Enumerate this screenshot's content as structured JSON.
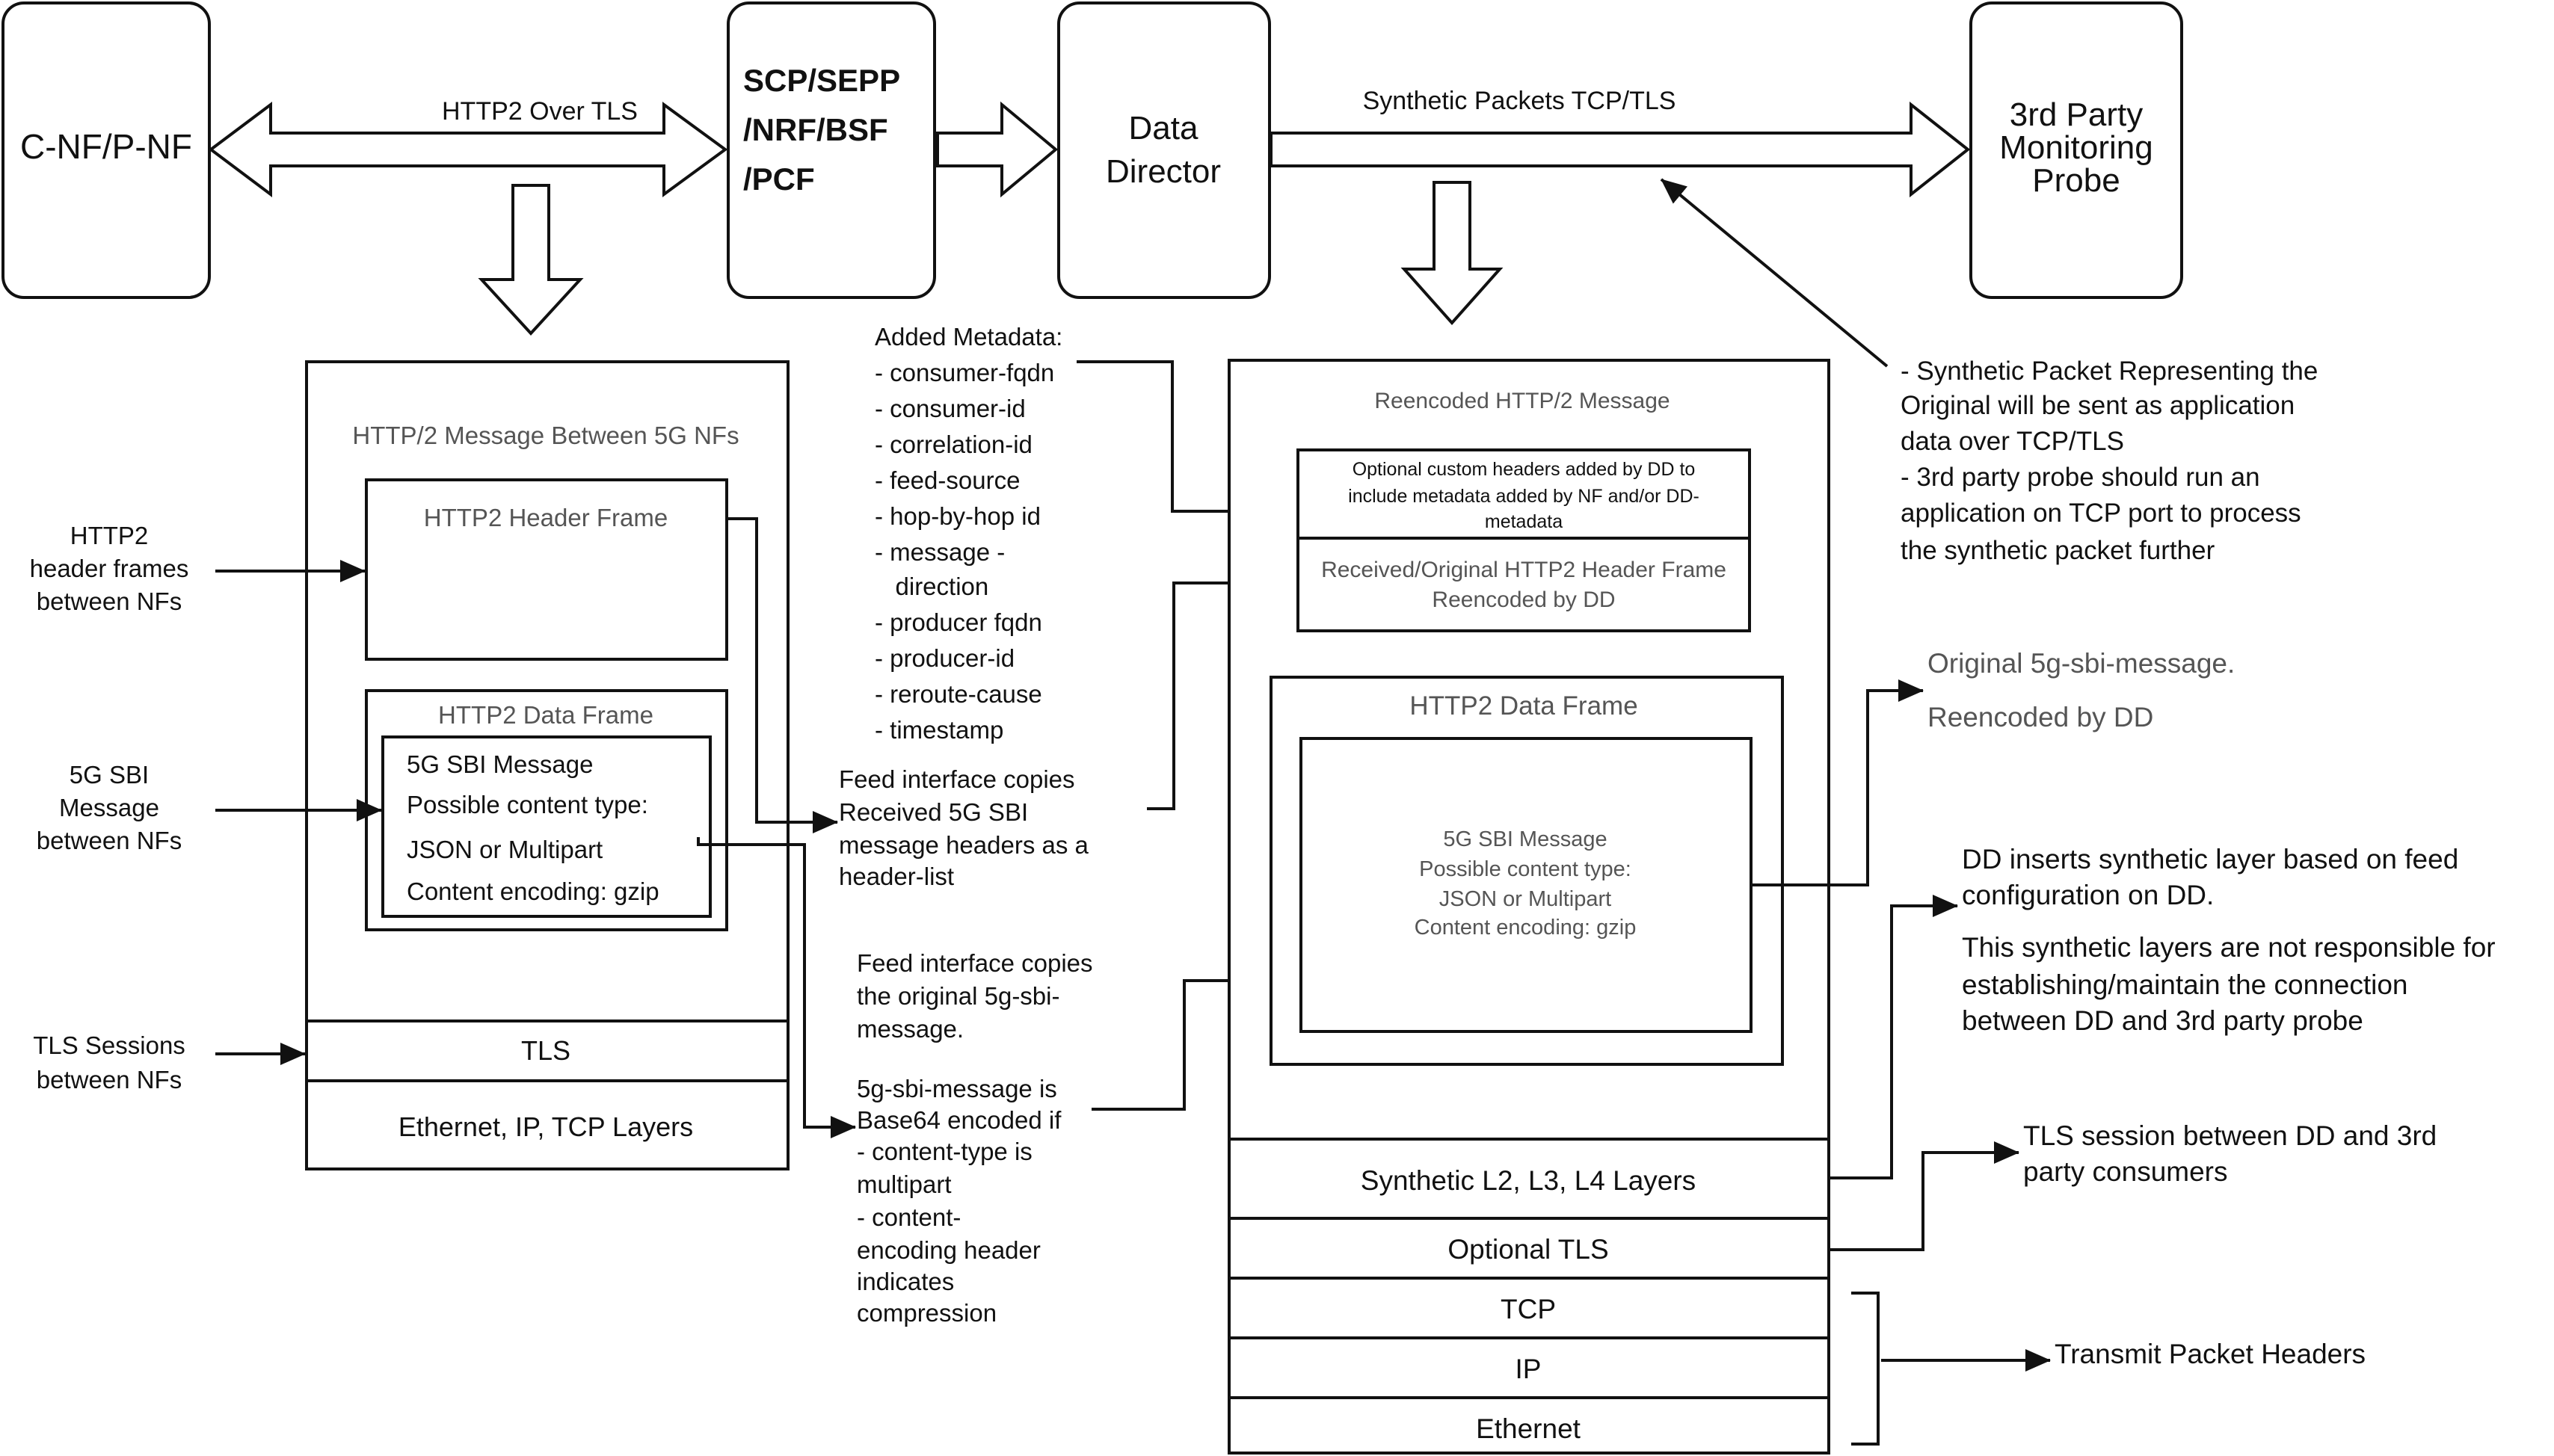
{
  "nodes": {
    "cnf": "C-NF/P-NF",
    "scp": [
      "SCP/SEPP",
      "/NRF/BSF",
      "/PCF"
    ],
    "dd": [
      "Data",
      "Director"
    ],
    "probe": [
      "3rd Party",
      "Monitoring",
      "Probe"
    ]
  },
  "links": {
    "http2_tls": "HTTP2 Over TLS",
    "synthetic_tcp": "Synthetic Packets TCP/TLS"
  },
  "left_stack": {
    "title": "HTTP/2 Message Between 5G NFs",
    "header_frame": "HTTP2  Header Frame",
    "data_frame": "HTTP2 Data Frame",
    "sbi_lines": [
      "5G SBI Message",
      "Possible content type:",
      "JSON or Multipart",
      "Content encoding: gzip"
    ],
    "tls": "TLS",
    "eth": "Ethernet, IP, TCP Layers"
  },
  "left_labels": {
    "header_frames": [
      "HTTP2",
      "header frames",
      "between NFs"
    ],
    "sbi_msg": [
      "5G SBI",
      "Message",
      "between NFs"
    ],
    "tls_sessions": [
      "TLS Sessions",
      "between NFs"
    ]
  },
  "metadata": {
    "lines": [
      "Added Metadata:",
      "- consumer-fqdn",
      "- consumer-id",
      "- correlation-id",
      "- feed-source",
      "- hop-by-hop id",
      "- message -",
      "   direction",
      "- producer fqdn",
      "- producer-id",
      "- reroute-cause",
      "- timestamp"
    ]
  },
  "feed_notes": {
    "headers": [
      "Feed interface copies",
      "Received 5G SBI",
      "message headers as a",
      "header-list"
    ],
    "message": [
      "Feed interface copies",
      "the original 5g-sbi-",
      "message."
    ],
    "base64": [
      "5g-sbi-message is",
      "Base64 encoded if",
      "- content-type is",
      "multipart",
      "- content-",
      "encoding header",
      "indicates",
      "compression"
    ]
  },
  "right_stack": {
    "title": "Reencoded HTTP/2 Message",
    "custom_headers": [
      "Optional custom headers added by DD to",
      "include metadata added by NF and/or DD-",
      "metadata"
    ],
    "received_header": [
      "Received/Original HTTP2 Header Frame",
      "Reencoded by DD"
    ],
    "data_frame": "HTTP2 Data Frame",
    "sbi_lines": [
      "5G SBI Message",
      "Possible content type:",
      "JSON or Multipart",
      "Content encoding: gzip"
    ],
    "synthetic_layers": "Synthetic L2, L3, L4 Layers",
    "optional_tls": "Optional TLS",
    "tcp": "TCP",
    "ip": "IP",
    "ethernet": "Ethernet"
  },
  "right_notes": {
    "synthetic": [
      "- Synthetic Packet Representing the",
      "Original will be sent as application",
      "data over TCP/TLS",
      "- 3rd party probe should run an",
      "application on TCP port to process",
      "the synthetic packet further"
    ],
    "original_msg": [
      "Original 5g-sbi-message.",
      "Reencoded by DD"
    ],
    "dd_inserts": [
      "DD inserts synthetic layer based on feed",
      "configuration on DD.",
      "This synthetic layers are not responsible for",
      "establishing/maintain the connection",
      "between DD  and 3rd party probe"
    ],
    "tls_session": [
      "TLS session between DD and 3rd",
      "party consumers"
    ],
    "transmit": "Transmit Packet Headers"
  }
}
